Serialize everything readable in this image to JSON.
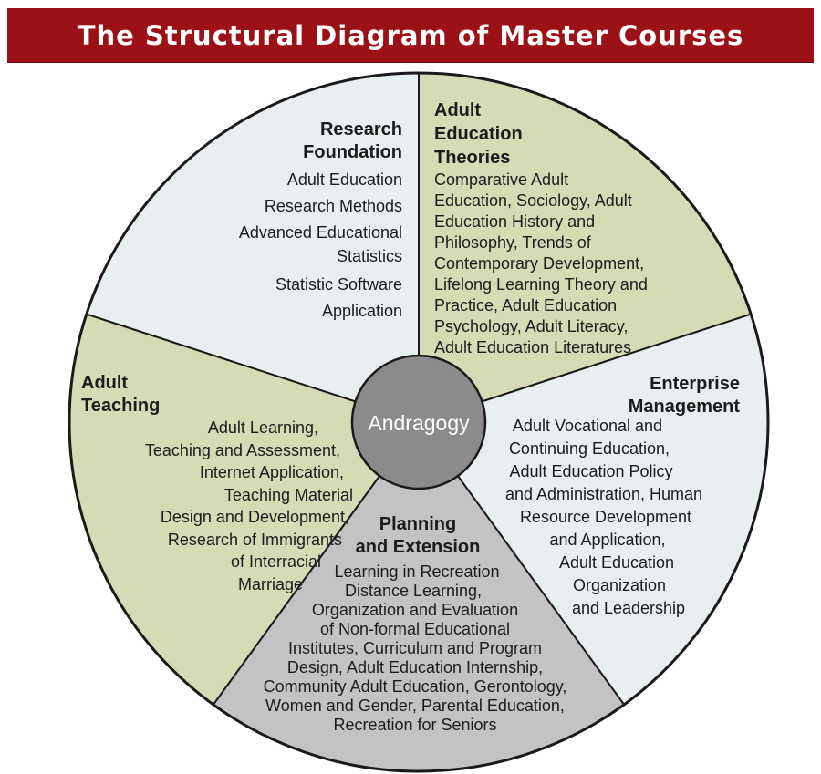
{
  "title": "The Structural Diagram of Master Courses",
  "colors": {
    "banner": "#9c1117",
    "light_segment": "#e9eef0",
    "green_segment": "#d6dab5",
    "gray_segment": "#c3c3c3",
    "center": "#8b8b8b"
  },
  "center_label": "Andragogy",
  "segments": {
    "research": {
      "title": [
        "Research",
        "Foundation"
      ],
      "lines": [
        "Adult Education",
        "Research Methods",
        "Advanced Educational",
        "Statistics",
        "Statistic Software",
        "Application"
      ]
    },
    "theories": {
      "title": [
        "Adult",
        "Education",
        "Theories"
      ],
      "lines": [
        "Comparative Adult",
        "Education, Sociology, Adult",
        "Education History and",
        "Philosophy, Trends of",
        "Contemporary Development,",
        "Lifelong Learning Theory and",
        "Practice, Adult Education",
        "Psychology, Adult Literacy,",
        "Adult Education Literatures"
      ]
    },
    "enterprise": {
      "title": [
        "Enterprise",
        "Management"
      ],
      "lines": [
        "Adult Vocational and",
        "Continuing Education,",
        "Adult Education Policy",
        "and Administration, Human",
        "Resource Development",
        "and Application,",
        "Adult Education",
        "Organization",
        "and Leadership"
      ]
    },
    "teaching": {
      "title": [
        "Adult",
        "Teaching"
      ],
      "lines": [
        "Adult Learning,",
        "Teaching and Assessment,",
        "Internet Application,",
        "Teaching Material",
        "Design and Development,",
        "Research of Immigrants",
        "of Interracial",
        "Marriage"
      ]
    },
    "planning": {
      "title": [
        "Planning",
        "and Extension"
      ],
      "lines": [
        "Learning in Recreation",
        "Distance Learning,",
        "Organization and Evaluation",
        "of Non-formal Educational",
        "Institutes, Curriculum and Program",
        "Design, Adult Education Internship,",
        "Community Adult Education, Gerontology,",
        "Women and Gender, Parental Education,",
        "Recreation for Seniors"
      ]
    }
  }
}
